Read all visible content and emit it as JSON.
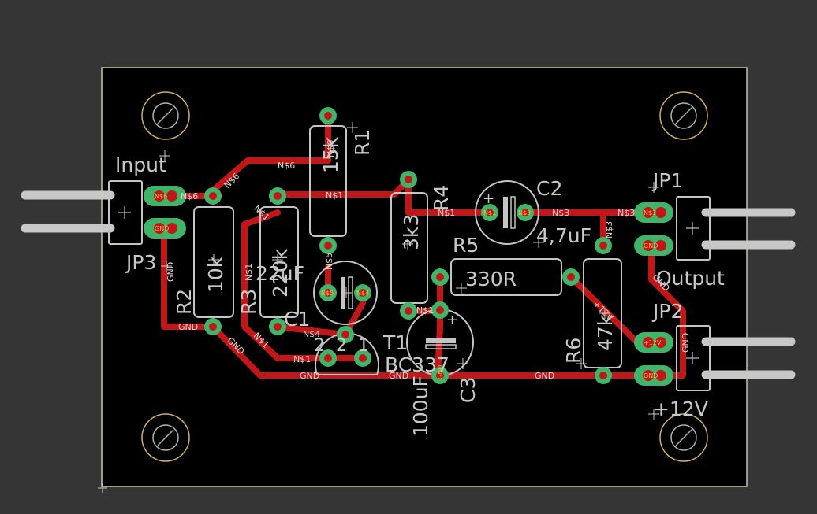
{
  "colors": {
    "background": "#353535",
    "board": "#000000",
    "board_outline": "#c8c8a8",
    "trace": "#c01818",
    "pad": "#40b468",
    "silkscreen": "#c4c4c4",
    "mount_hole": "#d0b060"
  },
  "components": {
    "input": "Input",
    "jp3": "JP3",
    "jp1": "JP1",
    "jp2": "JP2",
    "output": "Output",
    "plus12v": "+12V",
    "r1": "R1",
    "r1_value": "15k",
    "r2": "R2",
    "r2_value": "10k",
    "r3": "R3",
    "r3_value": "220k",
    "r4": "R4",
    "r4_value": "3k3",
    "r5": "R5",
    "r5_value": "330R",
    "r6": "R6",
    "r6_value": "47k",
    "c1": "C1",
    "c1_value": "22uF",
    "c2": "C2",
    "c2_value": "4,7uF",
    "c3": "C3",
    "c3_value": "100uF",
    "t1": "T1",
    "t1_value": "BC337",
    "t1_pins": [
      "2",
      "2",
      "1"
    ]
  },
  "nets": {
    "n6": "N$6",
    "n1": "N$1",
    "n3": "N$3",
    "n4": "N$4",
    "n5": "N$5",
    "gnd": "GND",
    "v12": "+12V"
  }
}
